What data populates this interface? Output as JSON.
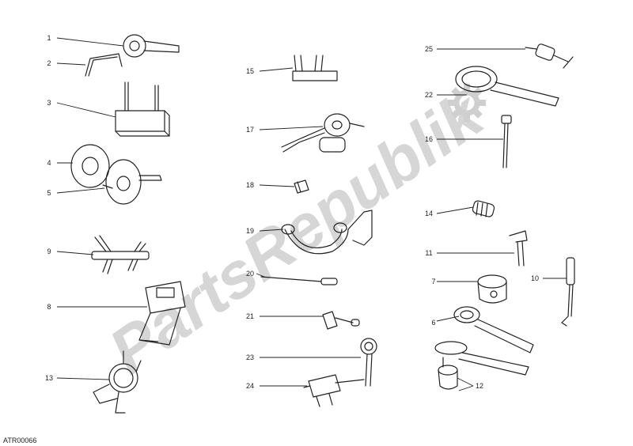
{
  "diagram": {
    "reference_code": "ATR00066",
    "watermark_text": "PartsRepublik",
    "callouts": [
      {
        "label": "1"
      },
      {
        "label": "2"
      },
      {
        "label": "3"
      },
      {
        "label": "4"
      },
      {
        "label": "5"
      },
      {
        "label": "9"
      },
      {
        "label": "8"
      },
      {
        "label": "13"
      },
      {
        "label": "15"
      },
      {
        "label": "17"
      },
      {
        "label": "18"
      },
      {
        "label": "19"
      },
      {
        "label": "20"
      },
      {
        "label": "21"
      },
      {
        "label": "23"
      },
      {
        "label": "24"
      },
      {
        "label": "25"
      },
      {
        "label": "22"
      },
      {
        "label": "16"
      },
      {
        "label": "14"
      },
      {
        "label": "11"
      },
      {
        "label": "7"
      },
      {
        "label": "10"
      },
      {
        "label": "6"
      },
      {
        "label": "12"
      }
    ]
  },
  "colors": {
    "line": "#222222",
    "watermark": "#d6d6d6",
    "gear": "#cfcfcf"
  }
}
